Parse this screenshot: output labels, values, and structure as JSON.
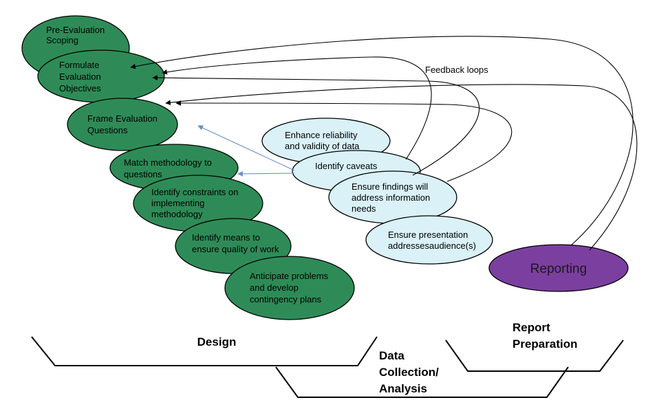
{
  "design_steps": [
    {
      "lines": [
        "Pre-Evaluation",
        "Scoping"
      ]
    },
    {
      "lines": [
        "Formulate",
        "Evaluation",
        "Objectives"
      ]
    },
    {
      "lines": [
        "Frame Evaluation",
        "Questions"
      ]
    },
    {
      "lines": [
        "Match methodology to",
        "questions"
      ]
    },
    {
      "lines": [
        "Identify constraints on",
        "implementing",
        "methodology"
      ]
    },
    {
      "lines": [
        "Identify means to",
        "ensure quality of work"
      ]
    },
    {
      "lines": [
        "Anticipate problems",
        "and develop",
        "contingency plans"
      ]
    }
  ],
  "analysis_steps": [
    {
      "lines": [
        "Enhance reliability",
        "and validity of data"
      ]
    },
    {
      "lines": [
        "Identify caveats"
      ]
    },
    {
      "lines": [
        "Ensure findings will",
        "address  information",
        "needs"
      ]
    },
    {
      "lines": [
        "Ensure presentation",
        "addressesaudience(s)"
      ]
    }
  ],
  "reporting": {
    "label": "Reporting"
  },
  "feedback_label": "Feedback loops",
  "phases": {
    "design": [
      "Design"
    ],
    "data_collection": [
      "Data",
      "Collection/",
      "Analysis"
    ],
    "report_preparation": [
      "Report",
      "Preparation"
    ]
  },
  "colors": {
    "design_fill": "#2e8b57",
    "analysis_fill": "#d9f1f7",
    "reporting_fill": "#7b3fa0",
    "link_color": "#6a8fc7"
  }
}
